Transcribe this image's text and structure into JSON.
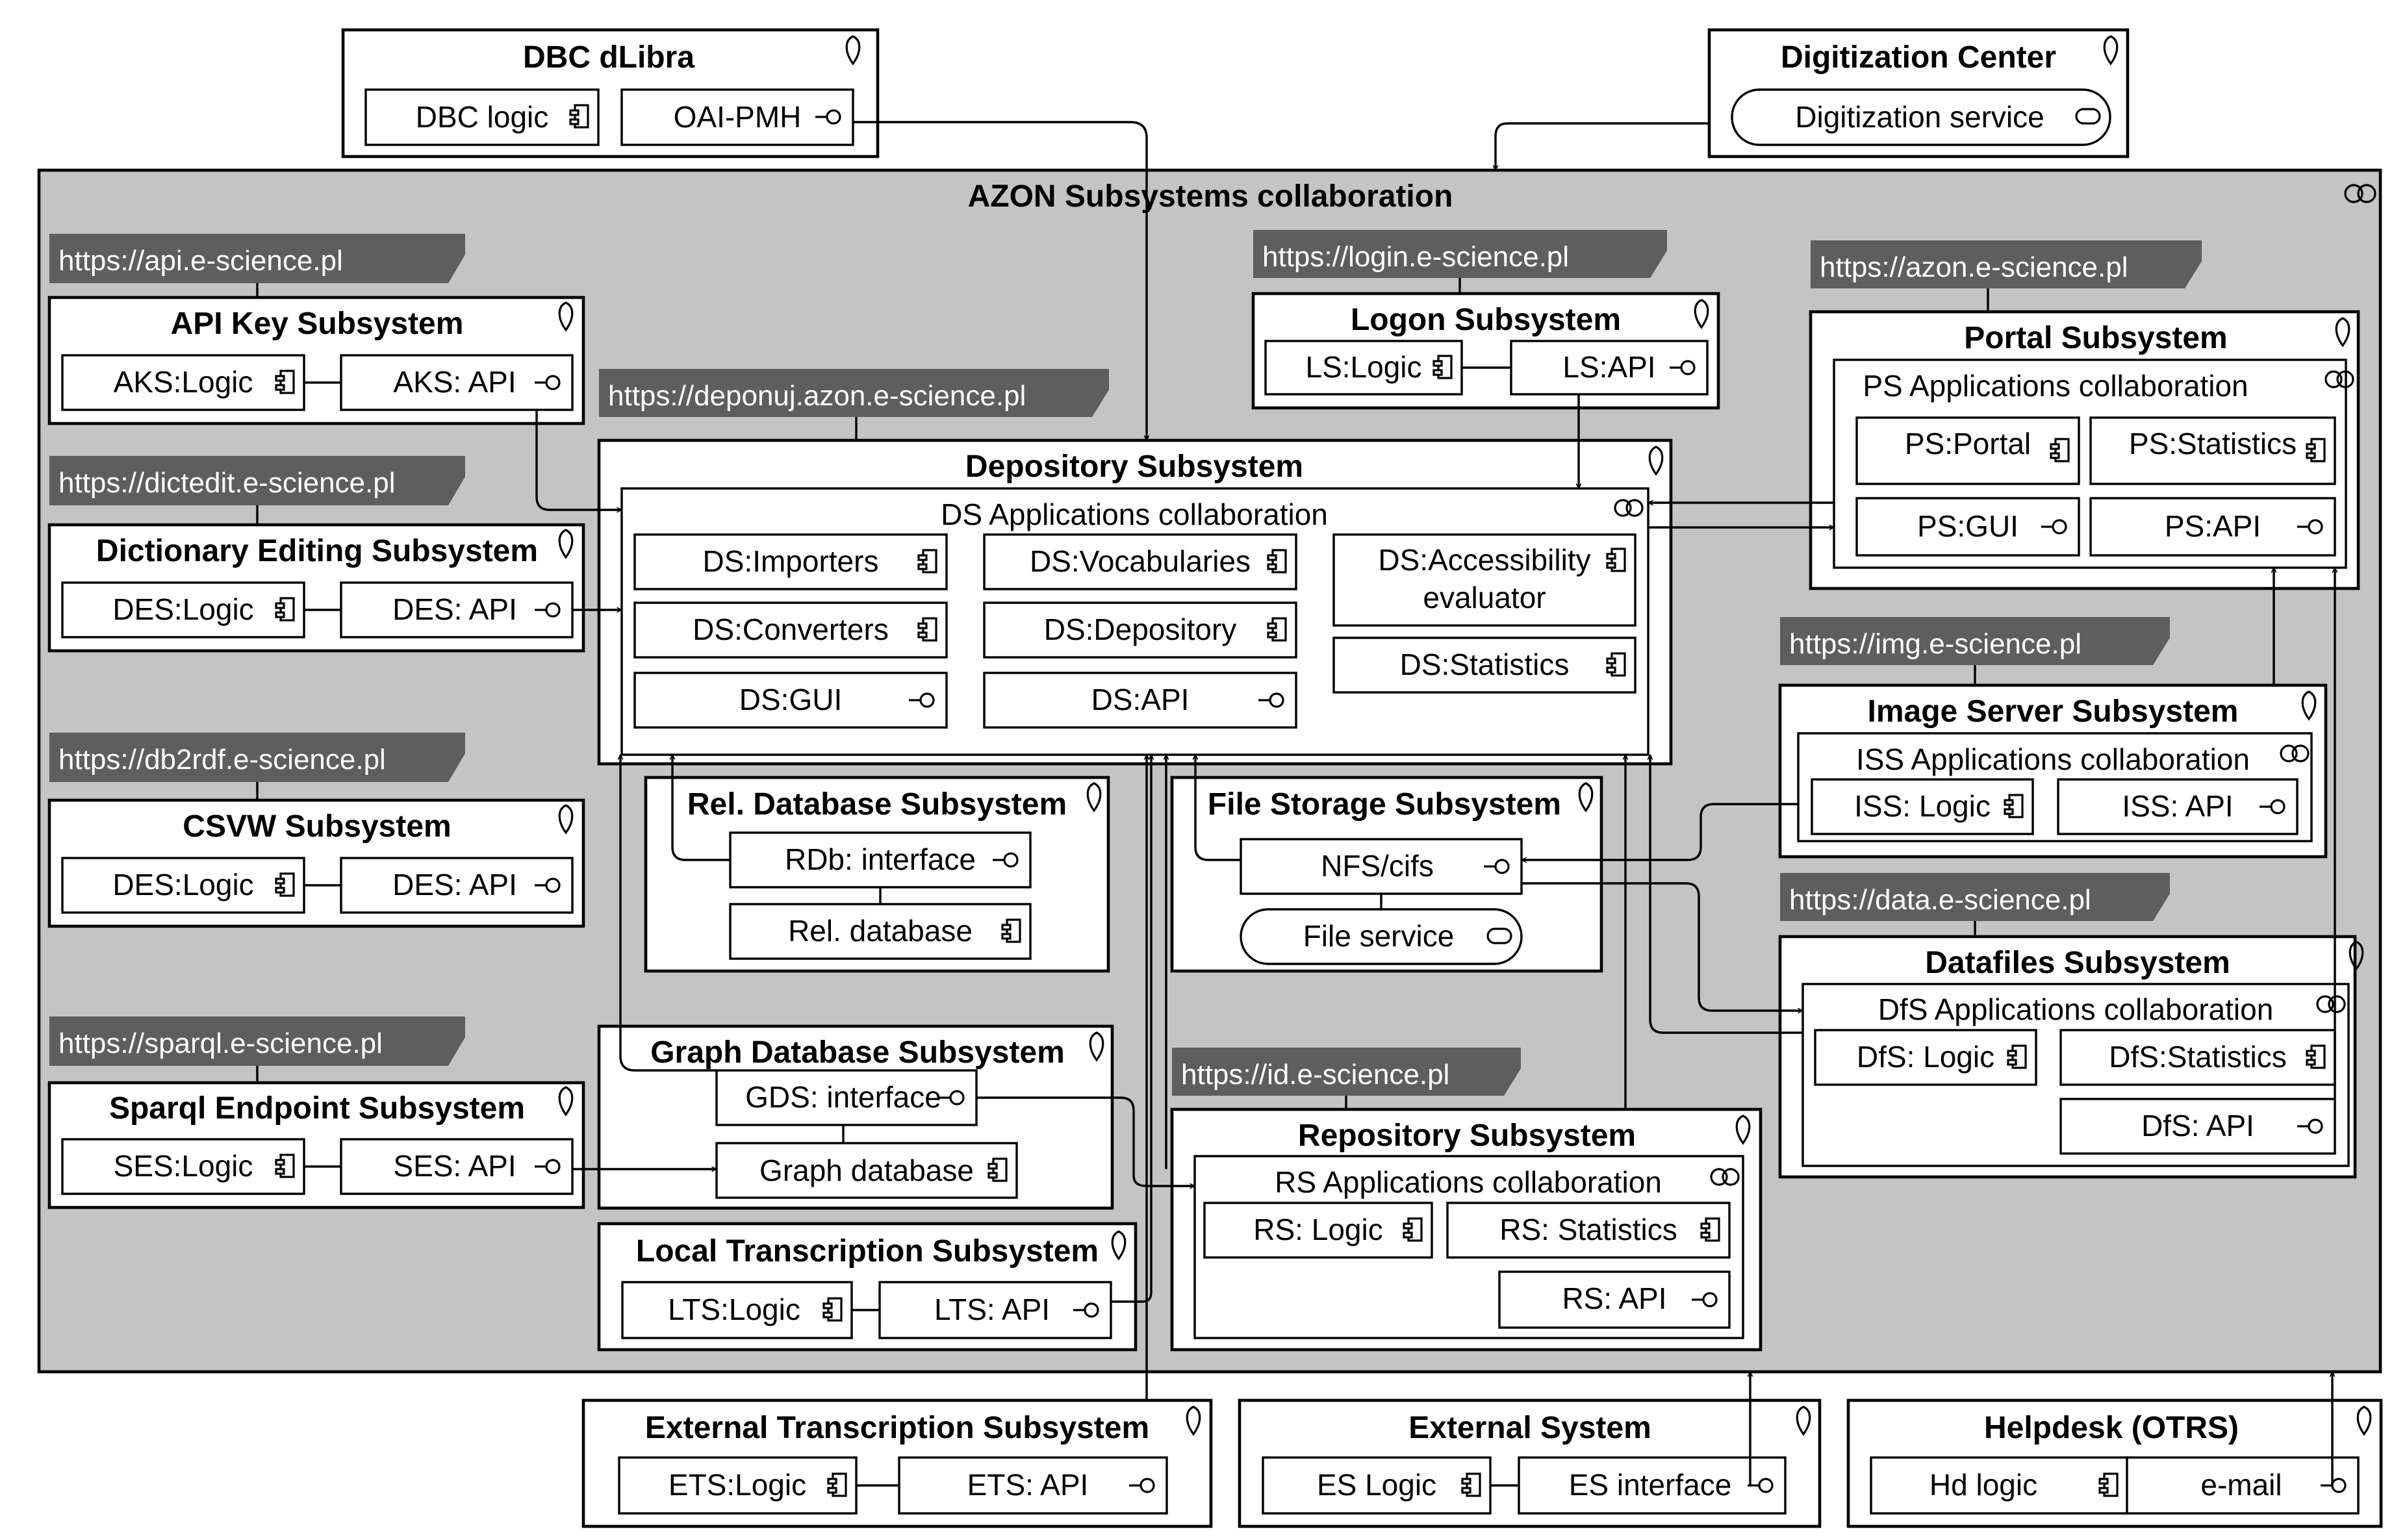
{
  "diagram": {
    "main_title": "AZON Subsystems collaboration",
    "urls": {
      "api": "https://api.e-science.pl",
      "dictedit": "https://dictedit.e-science.pl",
      "db2rdf": "https://db2rdf.e-science.pl",
      "sparql": "https://sparql.e-science.pl",
      "deponuj": "https://deponuj.azon.e-science.pl",
      "login": "https://login.e-science.pl",
      "azon": "https://azon.e-science.pl",
      "img": "https://img.e-science.pl",
      "data": "https://data.e-science.pl",
      "id": "https://id.e-science.pl"
    },
    "dbc": {
      "title": "DBC dLibra",
      "logic": "DBC logic",
      "api": "OAI-PMH"
    },
    "digitization": {
      "title": "Digitization Center",
      "service": "Digitization service"
    },
    "aks": {
      "title": "API Key Subsystem",
      "logic": "AKS:Logic",
      "api": "AKS: API"
    },
    "des": {
      "title": "Dictionary Editing Subsystem",
      "logic": "DES:Logic",
      "api": "DES: API"
    },
    "csvw": {
      "title": "CSVW Subsystem",
      "logic": "DES:Logic",
      "api": "DES: API"
    },
    "ses": {
      "title": "Sparql Endpoint Subsystem",
      "logic": "SES:Logic",
      "api": "SES: API"
    },
    "ls": {
      "title": "Logon Subsystem",
      "logic": "LS:Logic",
      "api": "LS:API"
    },
    "ps": {
      "title": "Portal Subsystem",
      "collab": "PS Applications collaboration",
      "portal": "PS:Portal",
      "statistics": "PS:Statistics",
      "gui": "PS:GUI",
      "api": "PS:API"
    },
    "ds": {
      "title": "Depository Subsystem",
      "collab": "DS Applications collaboration",
      "importers": "DS:Importers",
      "vocabularies": "DS:Vocabularies",
      "accessibility_line1": "DS:Accessibility",
      "accessibility_line2": "evaluator",
      "converters": "DS:Converters",
      "depository": "DS:Depository",
      "statistics": "DS:Statistics",
      "gui": "DS:GUI",
      "api": "DS:API"
    },
    "iss": {
      "title": "Image Server Subsystem",
      "collab": "ISS Applications collaboration",
      "logic": "ISS: Logic",
      "api": "ISS: API"
    },
    "rdb": {
      "title": "Rel. Database Subsystem",
      "interface": "RDb: interface",
      "database": "Rel. database"
    },
    "fss": {
      "title": "File Storage Subsystem",
      "nfs": "NFS/cifs",
      "service": "File service"
    },
    "dfs": {
      "title": "Datafiles Subsystem",
      "collab": "DfS Applications collaboration",
      "logic": "DfS: Logic",
      "statistics": "DfS:Statistics",
      "api": "DfS: API"
    },
    "gds": {
      "title": "Graph Database Subsystem",
      "interface": "GDS: interface",
      "database": "Graph database"
    },
    "rs": {
      "title": "Repository Subsystem",
      "collab": "RS Applications collaboration",
      "logic": "RS: Logic",
      "statistics": "RS: Statistics",
      "api": "RS: API"
    },
    "lts": {
      "title": "Local Transcription Subsystem",
      "logic": "LTS:Logic",
      "api": "LTS: API"
    },
    "ets": {
      "title": "External Transcription Subsystem",
      "logic": "ETS:Logic",
      "api": "ETS: API"
    },
    "es": {
      "title": "External System",
      "logic": "ES Logic",
      "api": "ES interface"
    },
    "hd": {
      "title": "Helpdesk (OTRS)",
      "logic": "Hd logic",
      "api": "e-mail"
    }
  }
}
